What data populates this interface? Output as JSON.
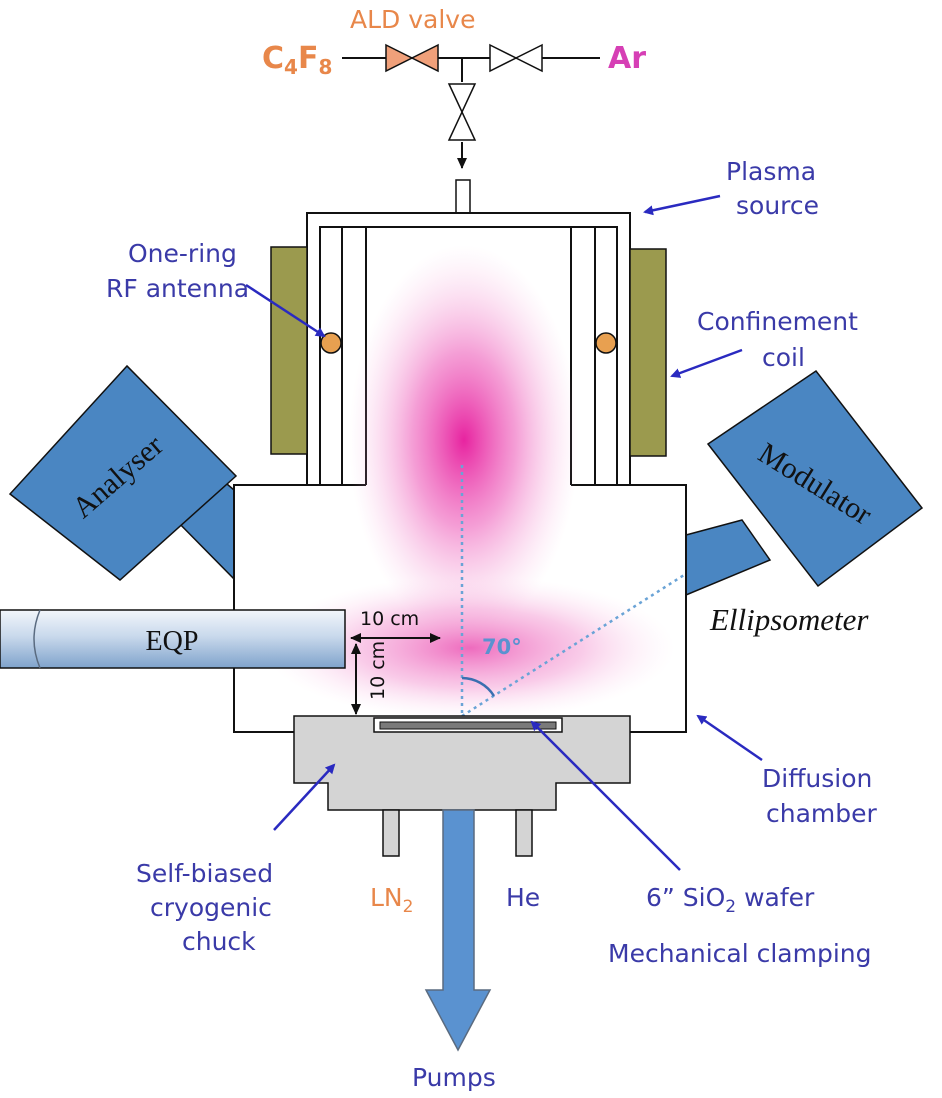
{
  "gas": {
    "left": "C",
    "left_sub1": "4",
    "left_mid": "F",
    "left_sub2": "8",
    "right": "Ar"
  },
  "valve_label": "ALD valve",
  "labels": {
    "plasma_source_1": "Plasma",
    "plasma_source_2": "source",
    "antenna_1": "One-ring",
    "antenna_2": "RF antenna",
    "coil_1": "Confinement",
    "coil_2": "coil",
    "analyser": "Analyser",
    "modulator": "Modulator",
    "ellipsometer": "Ellipsometer",
    "eqp": "EQP",
    "dim_h": "10 cm",
    "dim_v": "10 cm",
    "angle": "70°",
    "diffusion_1": "Diffusion",
    "diffusion_2": "chamber",
    "chuck_1": "Self-biased",
    "chuck_2": "cryogenic",
    "chuck_3": "chuck",
    "ln2": "LN",
    "ln2_sub": "2",
    "he": "He",
    "wafer_pre": "6” SiO",
    "wafer_sub": "2",
    "wafer_post": " wafer",
    "clamping": "Mechanical clamping",
    "pumps": "Pumps"
  },
  "colors": {
    "label_blue": "#3a3aa8",
    "gas_orange": "#e8874a",
    "argon_magenta": "#d63fb5",
    "box_blue": "#4a86c2",
    "coil_olive": "#9b9a4e",
    "chuck_grey": "#d4d4d4",
    "plasma_pink": "#e6189b"
  }
}
